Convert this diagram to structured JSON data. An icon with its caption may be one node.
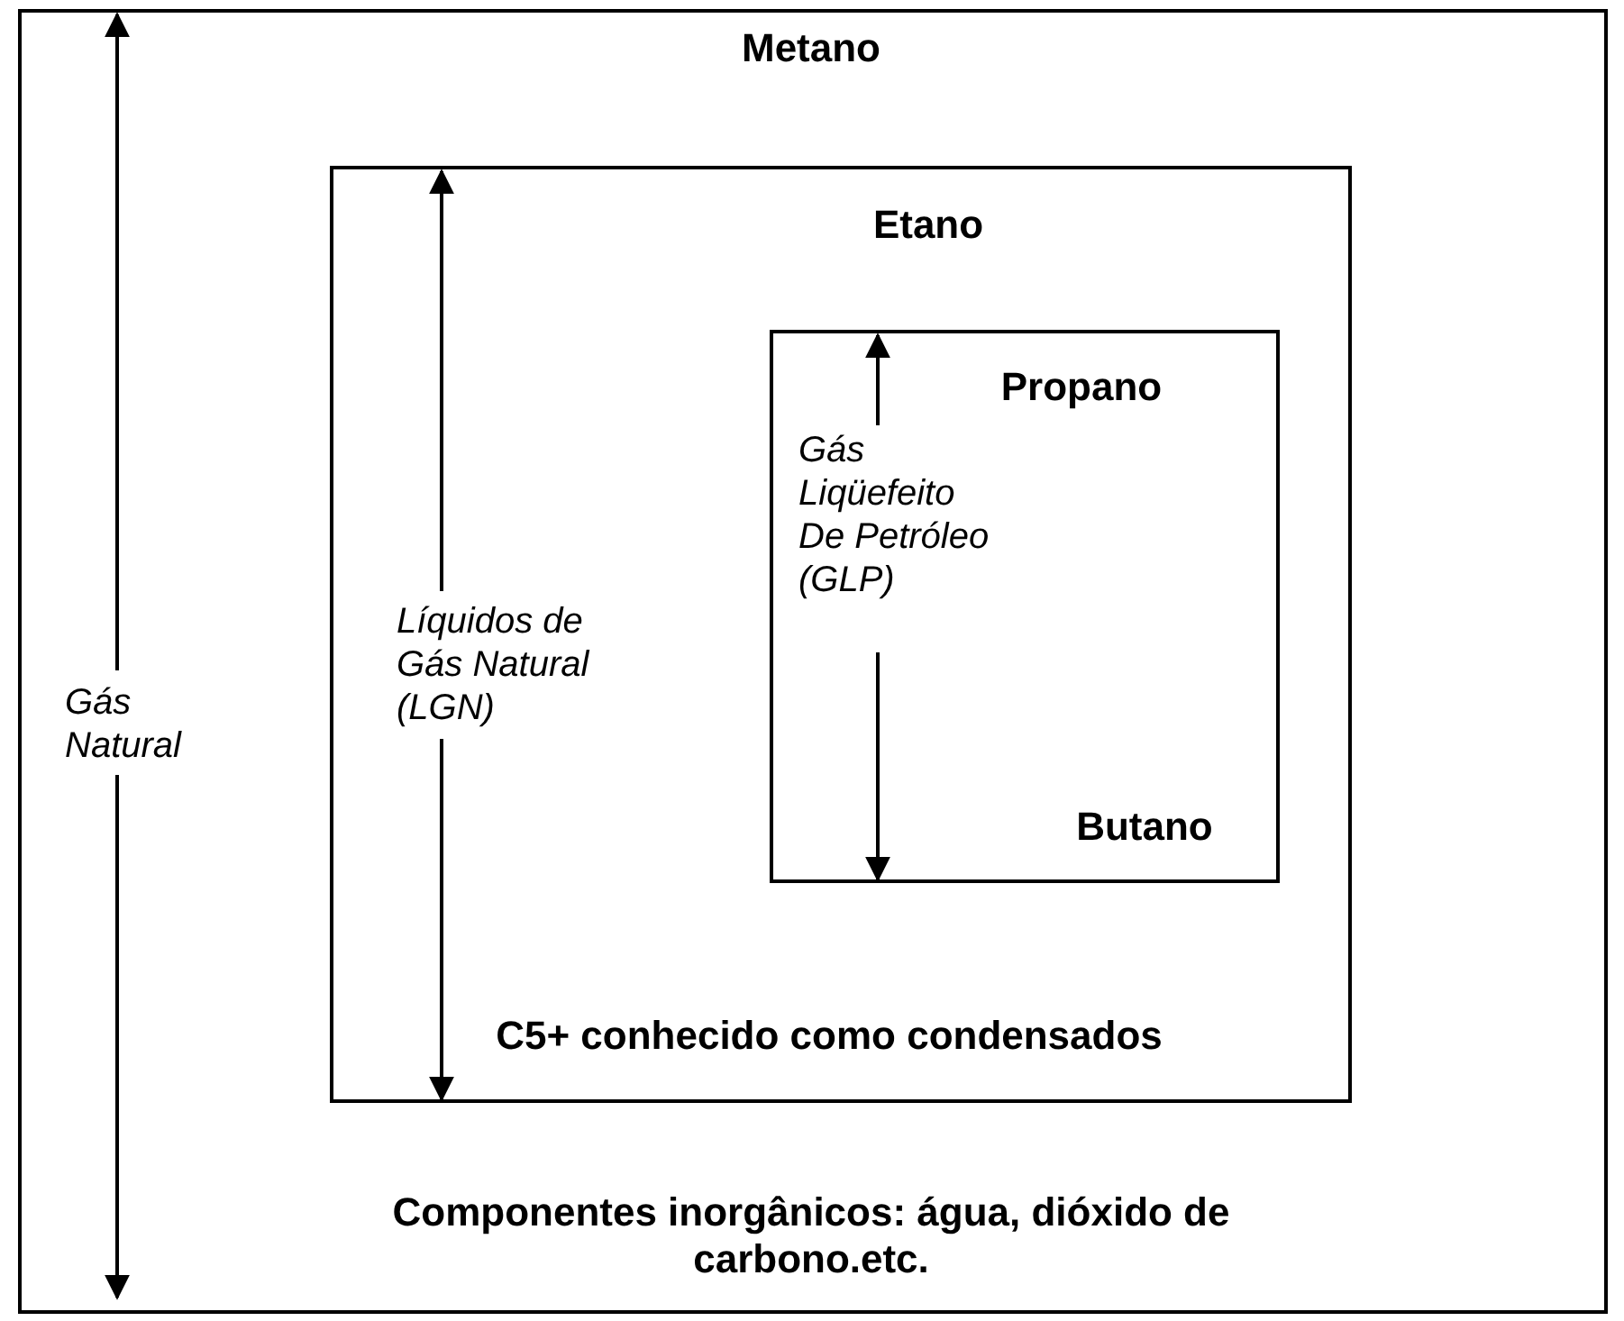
{
  "diagram": {
    "nodes": [
      {
        "text": [
          "Metano",
          "Gás Natural",
          "Componentes inorgânicos: água, dióxido de carbono.etc."
        ]
      },
      {
        "text": [
          "Etano",
          "Líquidos de Gás Natural (LGN)",
          "C5+ conhecido como condensados"
        ],
        "in": 0
      },
      {
        "text": [
          "Propano",
          "Gás Liqüefeito De Petróleo (GLP)",
          "Butano"
        ],
        "in": 1
      }
    ]
  }
}
